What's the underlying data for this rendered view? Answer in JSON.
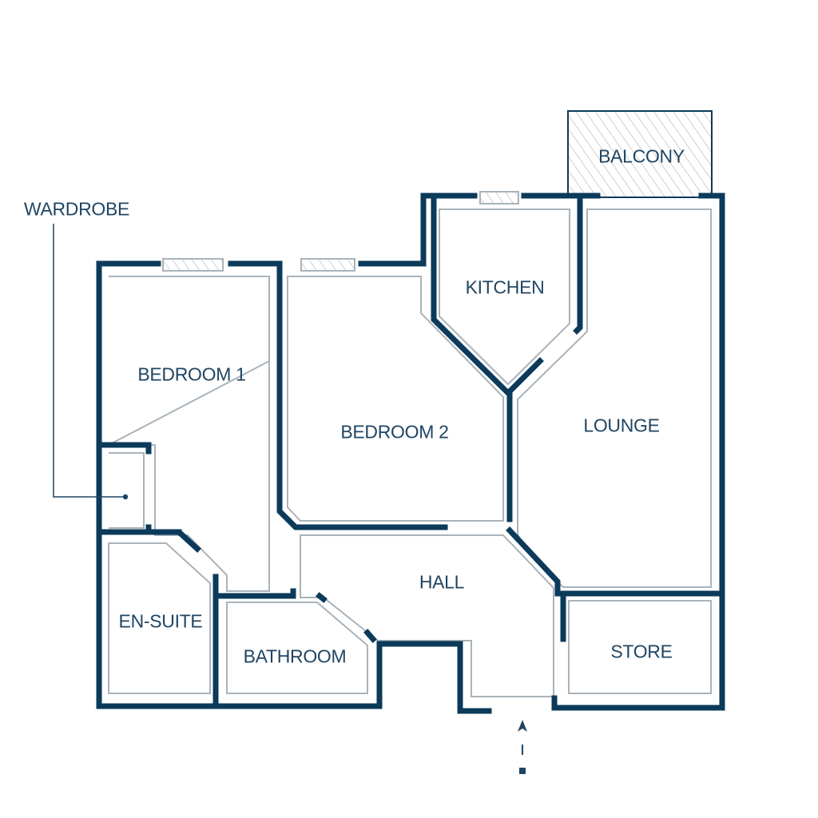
{
  "colors": {
    "wall": "#0b3a5a",
    "thin_wall": "#a9b3ba",
    "text": "#1f4563",
    "hatch": "#b7b7b7",
    "background": "#ffffff"
  },
  "labels": {
    "balcony": "BALCONY",
    "wardrobe": "WARDROBE",
    "kitchen": "KITCHEN",
    "bedroom1": "BEDROOM 1",
    "bedroom2": "BEDROOM 2",
    "lounge": "LOUNGE",
    "hall": "HALL",
    "ensuite": "EN-SUITE",
    "bathroom": "BATHROOM",
    "store": "STORE"
  },
  "icons": {
    "entrance": "dashed-arrow-up-icon"
  }
}
